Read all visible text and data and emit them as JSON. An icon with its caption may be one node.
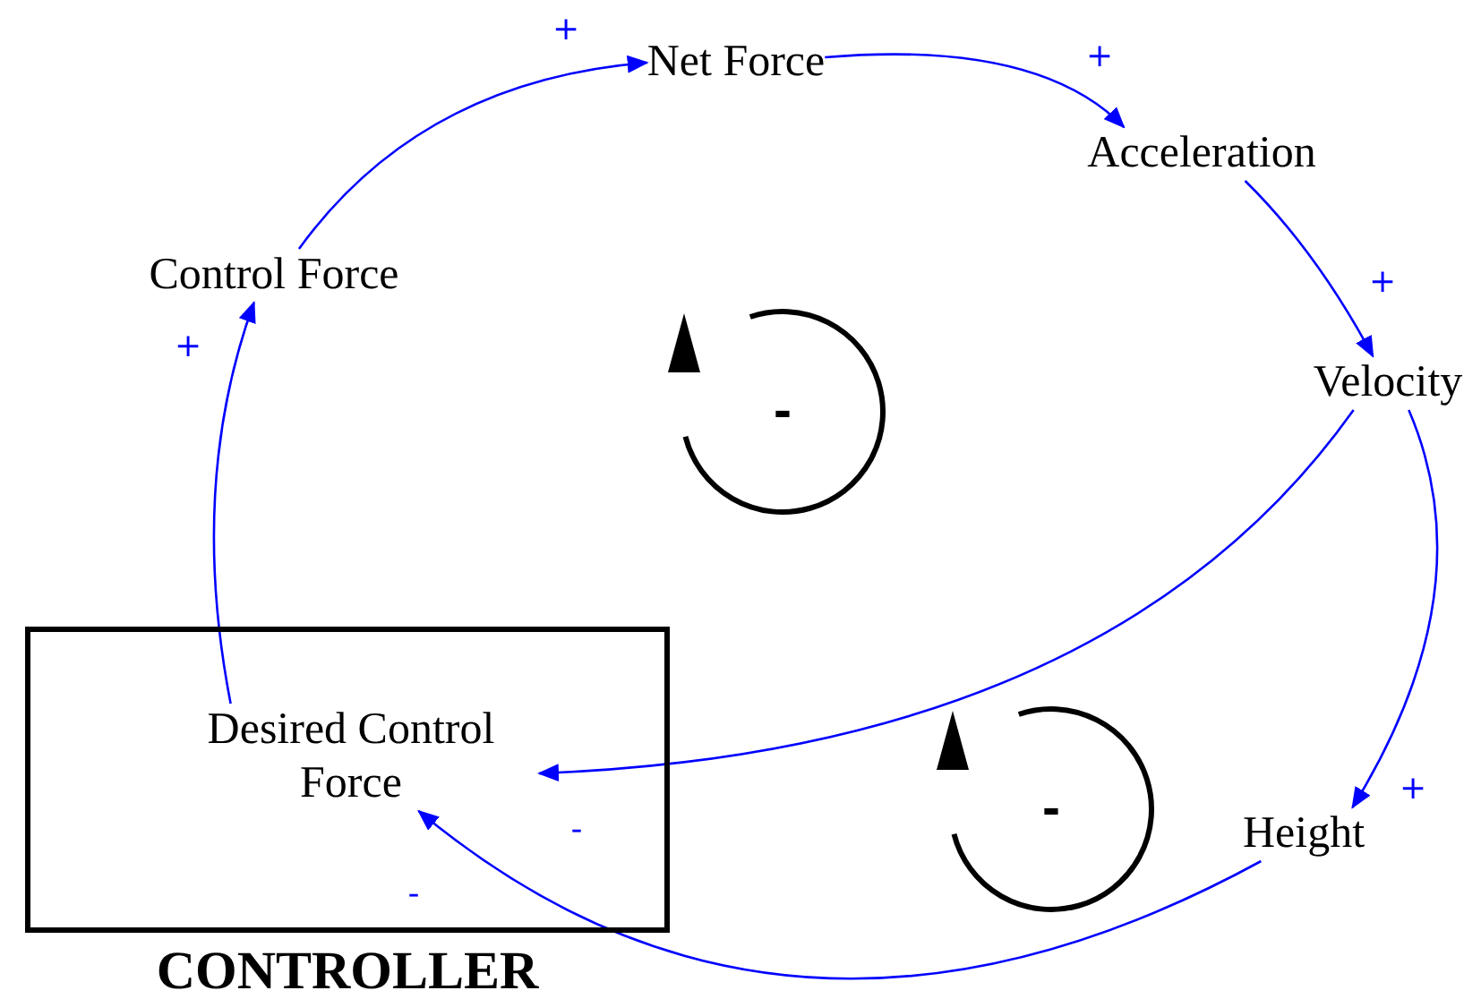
{
  "diagram": {
    "nodes": [
      {
        "text": [
          "CONTROLLER"
        ]
      },
      {
        "text": [
          "Desired Control Force"
        ],
        "in": 0
      },
      {
        "text": [
          "Control Force"
        ]
      },
      {
        "text": [
          "Net Force"
        ]
      },
      {
        "text": [
          "Acceleration"
        ]
      },
      {
        "text": [
          "Velocity"
        ]
      },
      {
        "text": [
          "Height"
        ]
      }
    ],
    "edges": [
      {
        "from": 1,
        "to": 2,
        "arrow": "to",
        "label": "+"
      },
      {
        "from": 2,
        "to": 3,
        "arrow": "to",
        "label": "+"
      },
      {
        "from": 3,
        "to": 4,
        "arrow": "to",
        "label": "+"
      },
      {
        "from": 4,
        "to": 5,
        "arrow": "to",
        "label": "+"
      },
      {
        "from": 5,
        "to": 6,
        "arrow": "to",
        "label": "+"
      },
      {
        "from": 5,
        "to": 1,
        "arrow": "to",
        "label": "-"
      },
      {
        "from": 6,
        "to": 1,
        "arrow": "to",
        "label": "-"
      }
    ],
    "labels": [
      "-",
      "-"
    ]
  }
}
